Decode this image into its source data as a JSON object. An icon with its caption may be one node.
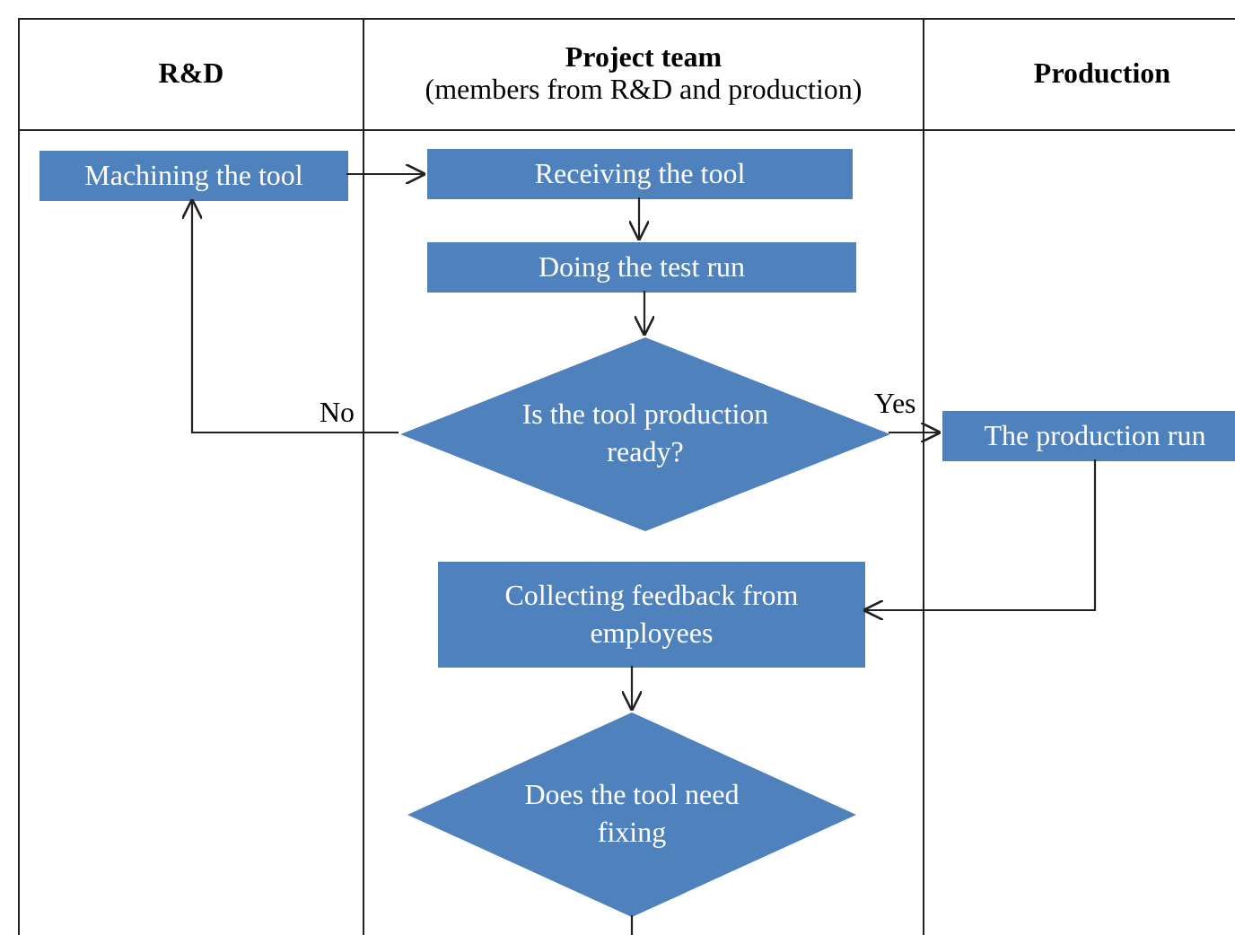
{
  "diagram": {
    "nodes": [
      {
        "text": [
          "R&D"
        ]
      },
      {
        "text": [
          "Project team",
          "(members from R&D and production)"
        ]
      },
      {
        "text": [
          "Production"
        ]
      },
      {
        "text": [
          "Machining the tool"
        ],
        "in": 0
      },
      {
        "text": [
          "Receiving the tool"
        ],
        "in": 1
      },
      {
        "text": [
          "Doing the test run"
        ],
        "in": 1
      },
      {
        "text": [
          "Is the tool production ready?"
        ],
        "in": 1
      },
      {
        "text": [
          "The production run"
        ],
        "in": 2
      },
      {
        "text": [
          "Collecting feedback from employees"
        ],
        "in": 1
      },
      {
        "text": [
          "Does the tool need fixing"
        ],
        "in": 1
      }
    ],
    "edges": [
      {
        "from": 3,
        "to": 4,
        "arrow": "to"
      },
      {
        "from": 4,
        "to": 5,
        "arrow": "to"
      },
      {
        "from": 5,
        "to": 6,
        "arrow": "to"
      },
      {
        "from": 6,
        "to": 3,
        "arrow": "to",
        "label": "No"
      },
      {
        "from": 6,
        "to": 7,
        "arrow": "to",
        "label": "Yes"
      },
      {
        "from": 7,
        "to": 8,
        "arrow": "to"
      },
      {
        "from": 8,
        "to": 9,
        "arrow": "to"
      },
      {
        "from": 9,
        "to": null,
        "arrow": "to"
      }
    ]
  }
}
